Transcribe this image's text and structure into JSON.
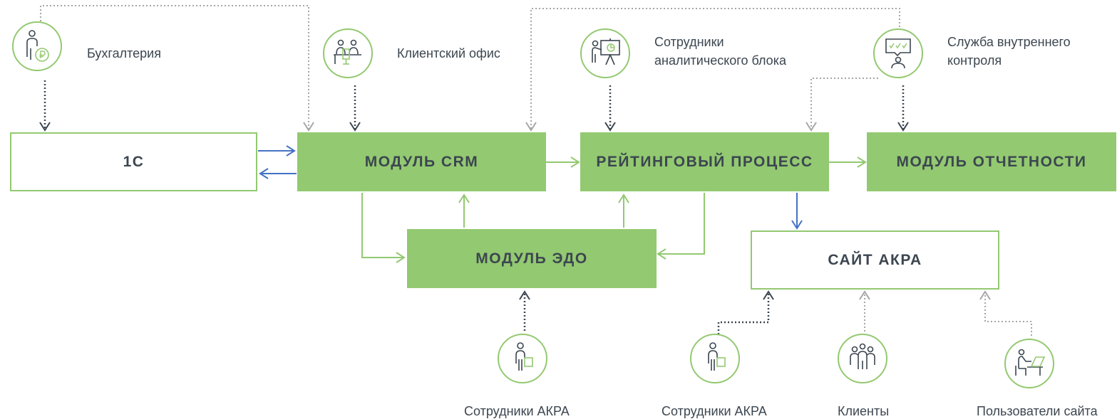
{
  "colors": {
    "green": "#93c971",
    "blue": "#4472c4",
    "dark_dotted": "#3c4650",
    "gray_dotted": "#a6a6a6",
    "text": "#3c4650"
  },
  "nodes": {
    "box_1c": "1С",
    "crm": "МОДУЛЬ CRM",
    "rating": "РЕЙТИНГОВЫЙ ПРОЦЕСС",
    "reporting": "МОДУЛЬ ОТЧЕТНОСТИ",
    "edo": "МОДУЛЬ ЭДО",
    "site": "САЙТ АКРА"
  },
  "actors": {
    "accounting": {
      "label": "Бухгалтерия",
      "icon": "accountant-ruble-icon"
    },
    "client_office": {
      "label": "Клиентский офис",
      "icon": "office-meeting-icon"
    },
    "analysts": {
      "label_line1": "Сотрудники",
      "label_line2": "аналитического блока",
      "icon": "presenter-board-icon"
    },
    "control": {
      "label_line1": "Служба внутреннего",
      "label_line2": "контроля",
      "icon": "checklist-speech-icon"
    },
    "akra_staff_1": {
      "label": "Сотрудники АКРА",
      "icon": "person-document-icon"
    },
    "akra_staff_2": {
      "label": "Сотрудники АКРА",
      "icon": "person-document-icon"
    },
    "clients": {
      "label": "Клиенты",
      "icon": "group-people-icon"
    },
    "site_users": {
      "label": "Пользователи сайта",
      "icon": "person-laptop-icon"
    }
  }
}
